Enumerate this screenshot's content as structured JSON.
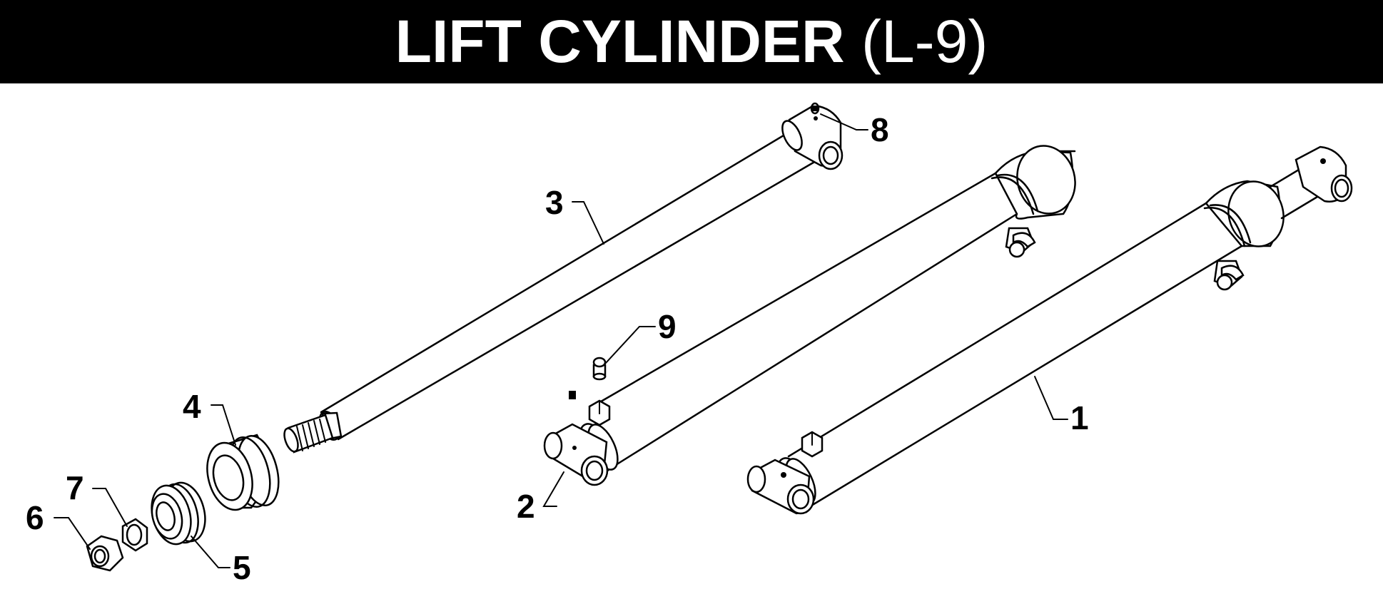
{
  "title": {
    "main": "LIFT CYLINDER",
    "code": "(L-9)"
  },
  "callouts": [
    "1",
    "2",
    "3",
    "4",
    "5",
    "6",
    "7",
    "8",
    "9"
  ]
}
